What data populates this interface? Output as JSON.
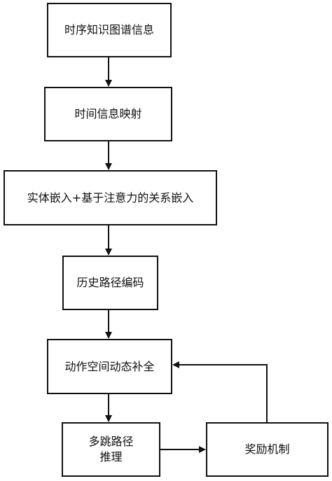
{
  "diagram": {
    "nodes": {
      "kg_info": {
        "label": "时序知识图谱信息"
      },
      "time_map": {
        "label": "时间信息映射"
      },
      "embedding": {
        "label": "实体嵌入+基于注意力的关系嵌入"
      },
      "history_encode": {
        "label": "历史路径编码"
      },
      "action_complete": {
        "label": "动作空间动态补全"
      },
      "multi_hop": {
        "line1": "多跳路径",
        "line2": "推理"
      },
      "reward": {
        "label": "奖励机制"
      }
    },
    "edges": [
      {
        "from": "kg_info",
        "to": "time_map"
      },
      {
        "from": "time_map",
        "to": "embedding"
      },
      {
        "from": "embedding",
        "to": "history_encode"
      },
      {
        "from": "history_encode",
        "to": "action_complete"
      },
      {
        "from": "action_complete",
        "to": "multi_hop"
      },
      {
        "from": "multi_hop",
        "to": "reward"
      },
      {
        "from": "reward",
        "to": "action_complete"
      }
    ]
  }
}
